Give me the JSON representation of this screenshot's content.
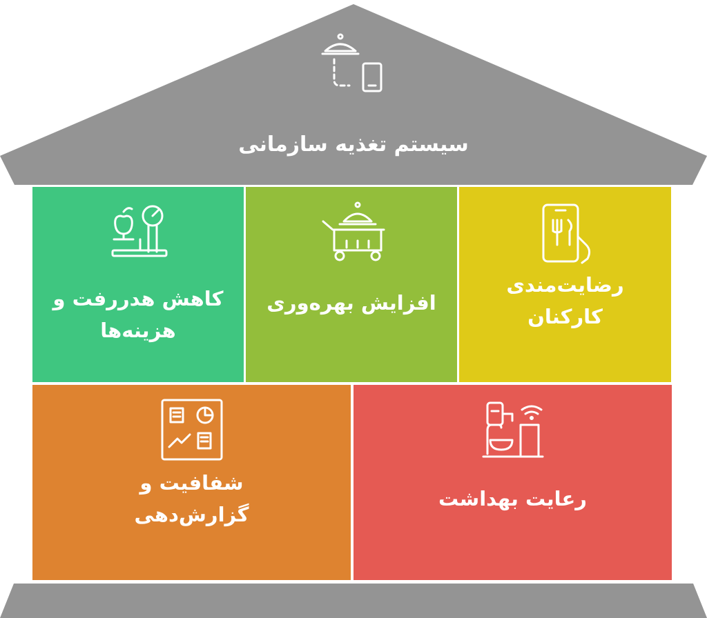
{
  "roof": {
    "title": "سیستم تغذیه سازمانی",
    "icon": "food-tray-phone-icon",
    "color": "#949494"
  },
  "pillars": [
    {
      "id": "cost",
      "line1": "کاهش هدررفت و",
      "line2": "هزینه‌ها",
      "icon": "scale-apple-icon",
      "color": "#3fc680"
    },
    {
      "id": "productivity",
      "line1": "افزایش بهره‌وری",
      "icon": "food-cart-icon",
      "color": "#93be3b"
    },
    {
      "id": "satisfaction",
      "line1": "رضایت‌مندی",
      "line2": "کارکنان",
      "icon": "phone-menu-hand-icon",
      "color": "#dfca18"
    },
    {
      "id": "transparency",
      "line1": "شفافیت و",
      "line2": "گزارش‌دهی",
      "icon": "dashboard-report-icon",
      "color": "#de8330"
    },
    {
      "id": "hygiene",
      "line1": "رعایت بهداشت",
      "icon": "coffee-machine-wifi-icon",
      "color": "#e55a53"
    }
  ],
  "base": {
    "color": "#949494"
  }
}
